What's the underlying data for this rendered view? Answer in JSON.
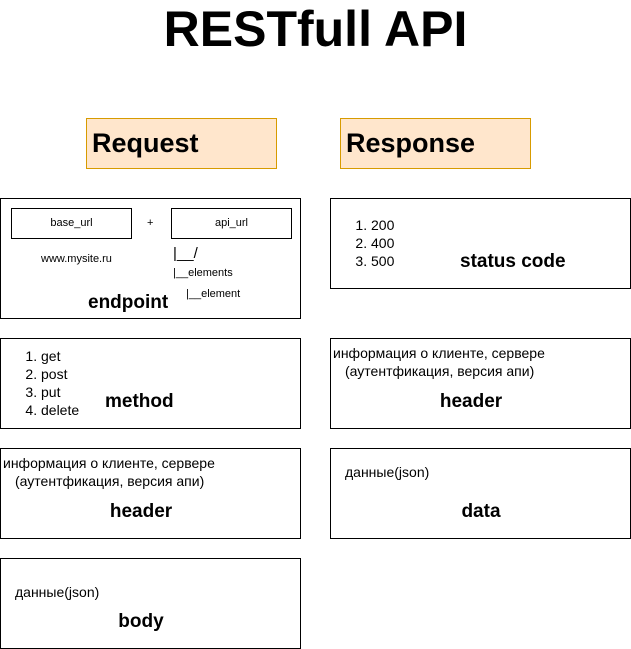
{
  "title": "RESTfull API",
  "request": {
    "heading": "Request",
    "endpoint": {
      "base_url": "base_url",
      "plus": "+",
      "api_url": "api_url",
      "example_site": "www.mysite.ru",
      "tree_root": "|__/",
      "tree_elements": "|__elements",
      "tree_element": "|__element",
      "label": "endpoint"
    },
    "method": {
      "items": [
        "get",
        "post",
        "put",
        "delete"
      ],
      "label": "method"
    },
    "header": {
      "line1": "информация о клиенте, сервере",
      "line2": "(аутентфикация, версия апи)",
      "label": "header"
    },
    "body": {
      "text": "данные(json)",
      "label": "body"
    }
  },
  "response": {
    "heading": "Response",
    "status": {
      "items": [
        "200",
        "400",
        "500"
      ],
      "label": "status code"
    },
    "header": {
      "line1": "информация о клиенте, сервере",
      "line2": "(аутентфикация, версия апи)",
      "label": "header"
    },
    "data": {
      "text": "данные(json)",
      "label": "data"
    }
  }
}
